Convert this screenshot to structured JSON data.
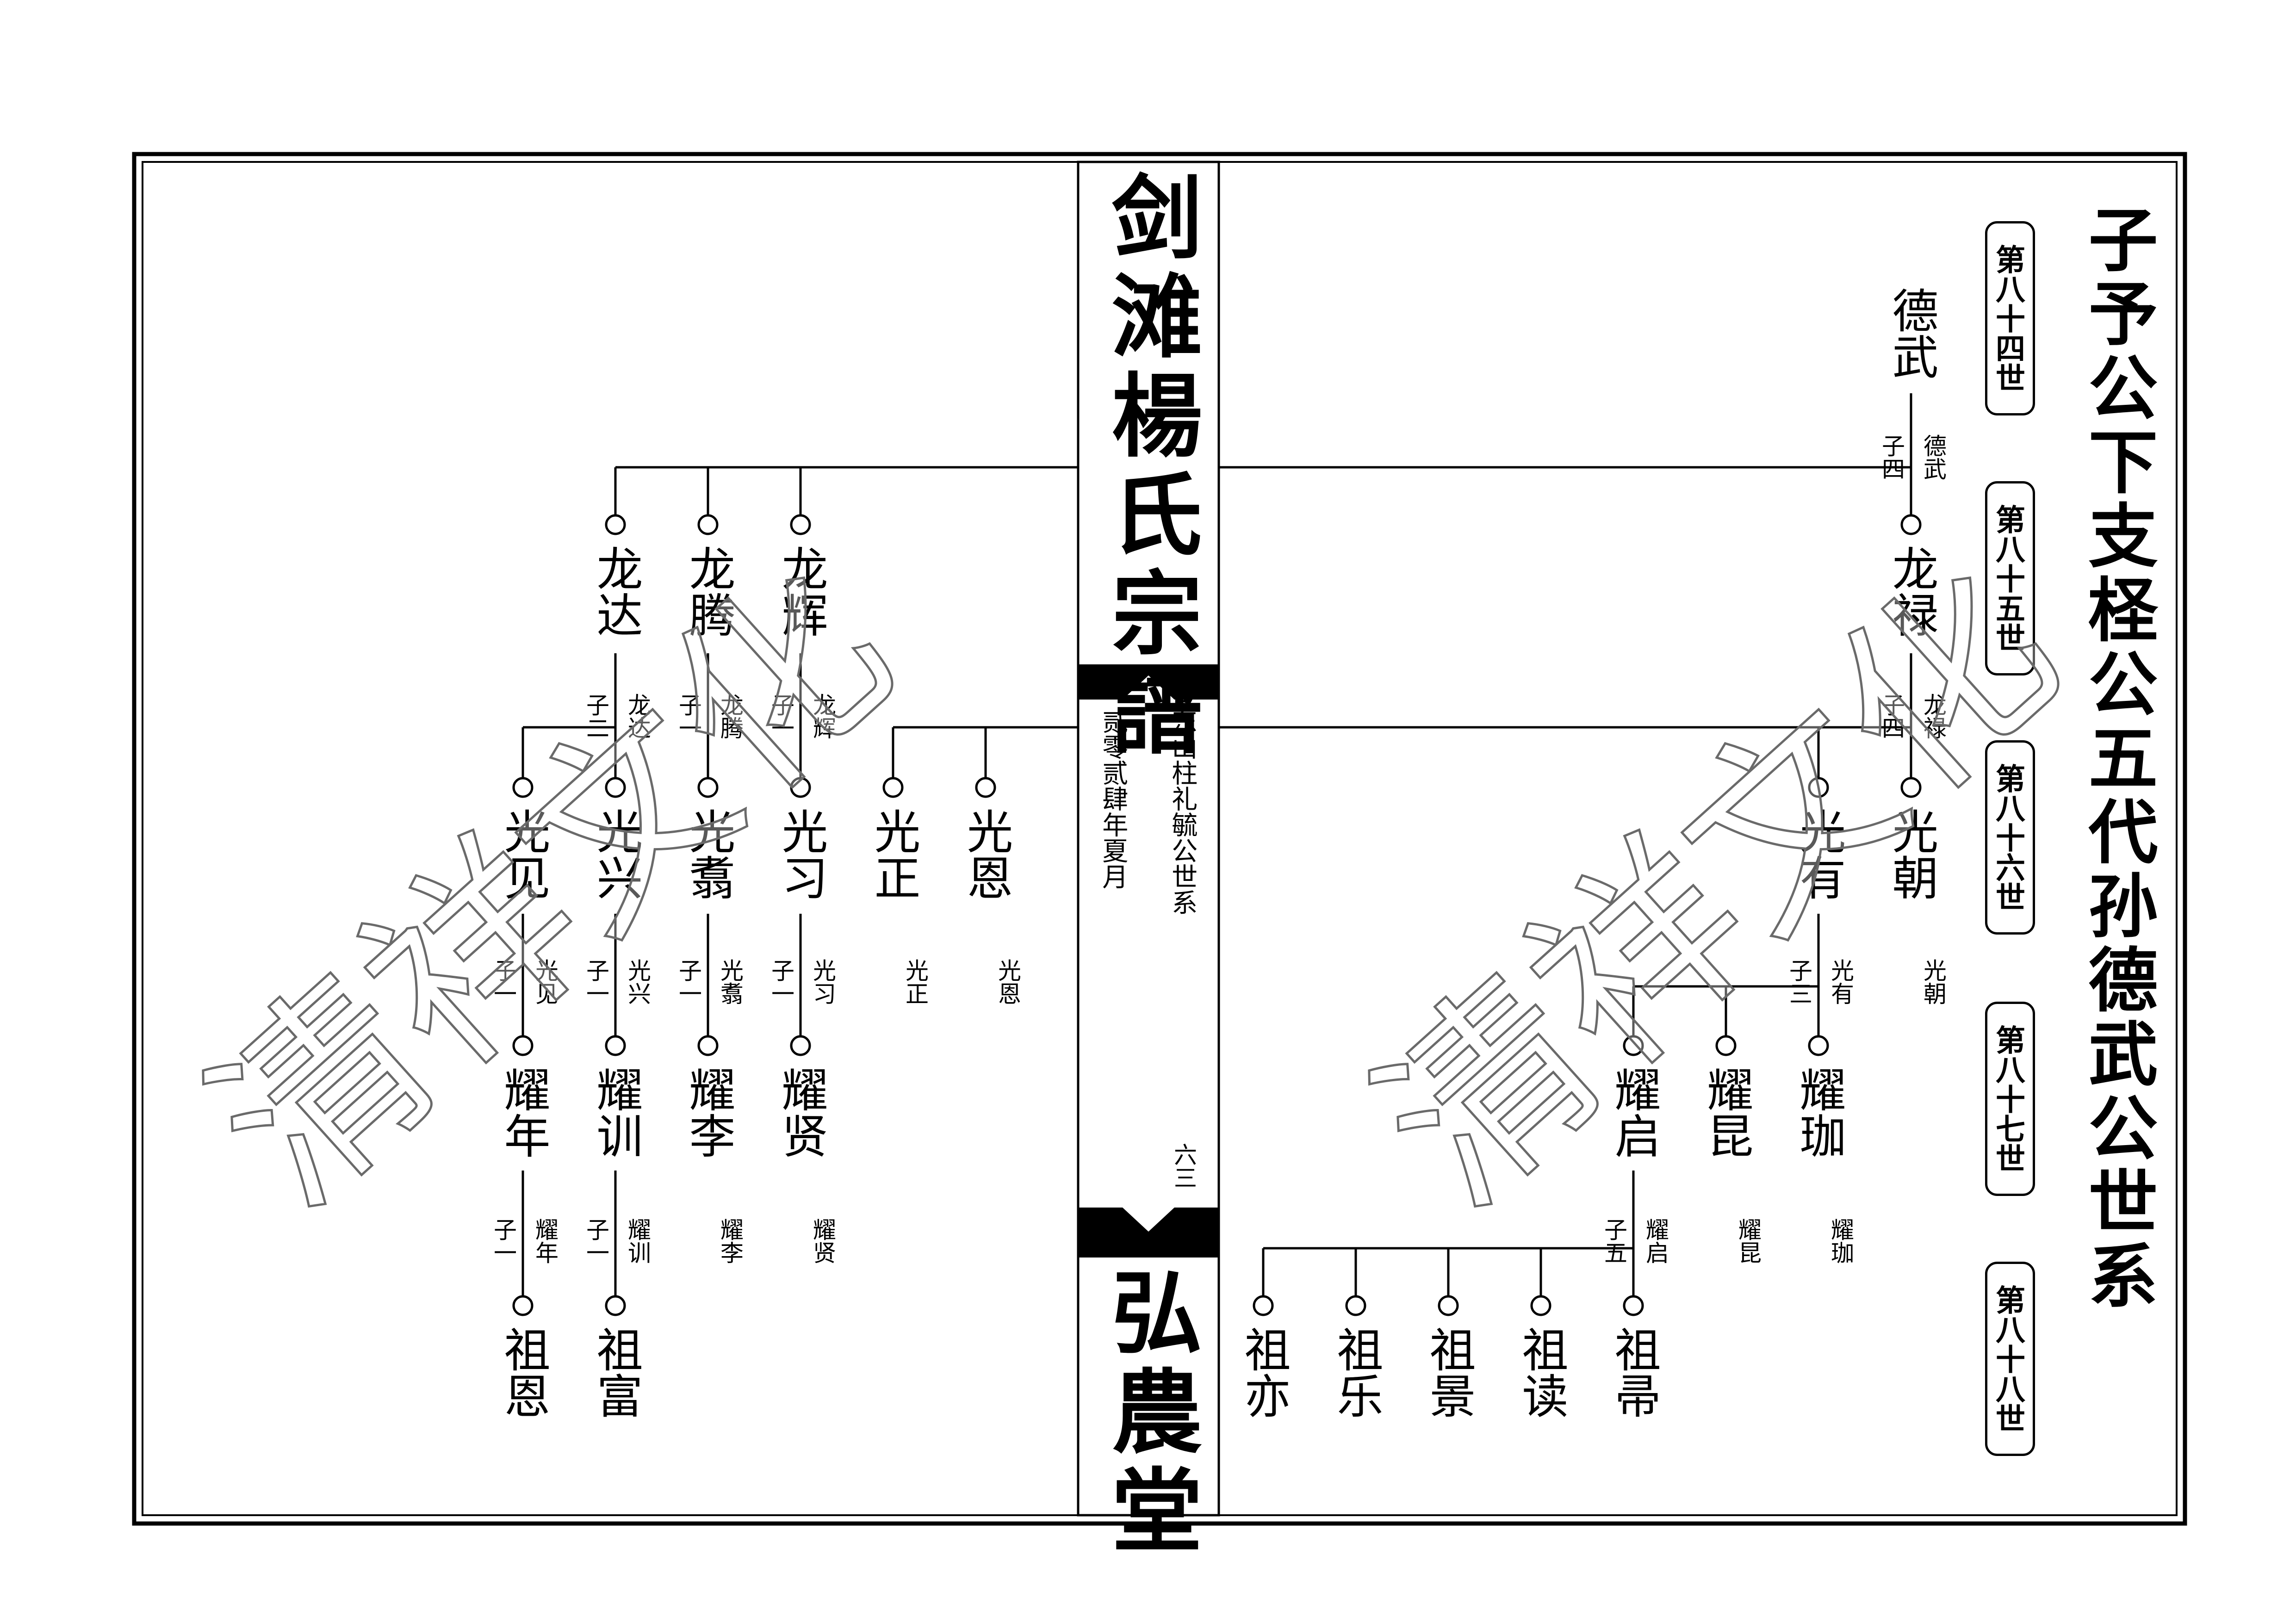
{
  "spine": {
    "title": "剑滩楊氏宗譜",
    "hall": "弘農堂",
    "lineage": "东山柱礼毓公世系",
    "date": "贰零贰肆年夏月",
    "page_number": "六三"
  },
  "branch_title": "子予公下支柽公五代孙德武公世系",
  "generations": [
    "第八十四世",
    "第八十五世",
    "第八十六世",
    "第八十七世",
    "第八十八世"
  ],
  "watermark": "清祥文化",
  "right": {
    "root": "德武",
    "root_note": {
      "father": "德武",
      "count": "子四"
    },
    "g85": [
      "龙禄"
    ],
    "g85_note": {
      "father": "龙禄",
      "count": "子四"
    },
    "g86": [
      "光朝",
      "光有"
    ],
    "g86_notes": [
      {
        "father": "光朝",
        "count": ""
      },
      {
        "father": "光有",
        "count": "子三"
      }
    ],
    "g87": [
      "耀珈",
      "耀昆",
      "耀启"
    ],
    "g87_notes": [
      {
        "father": "耀珈",
        "count": ""
      },
      {
        "father": "耀昆",
        "count": ""
      },
      {
        "father": "耀启",
        "count": "子五"
      }
    ],
    "g88": [
      "祖帚",
      "祖读",
      "祖景",
      "祖乐",
      "祖亦"
    ]
  },
  "left": {
    "g85": [
      "龙辉",
      "龙腾",
      "龙达"
    ],
    "g85_notes": [
      {
        "father": "龙辉",
        "count": "子一"
      },
      {
        "father": "龙腾",
        "count": "子一"
      },
      {
        "father": "龙达",
        "count": "子二"
      }
    ],
    "g86": [
      "光恩",
      "光正",
      "光习",
      "光翥",
      "光兴",
      "光见"
    ],
    "g86_notes": [
      {
        "father": "光恩",
        "count": ""
      },
      {
        "father": "光正",
        "count": ""
      },
      {
        "father": "光习",
        "count": "子一"
      },
      {
        "father": "光翥",
        "count": "子一"
      },
      {
        "father": "光兴",
        "count": "子一"
      },
      {
        "father": "光见",
        "count": "子一"
      }
    ],
    "g87": [
      "耀贤",
      "耀李",
      "耀训",
      "耀年"
    ],
    "g87_notes": [
      {
        "father": "耀贤",
        "count": ""
      },
      {
        "father": "耀李",
        "count": ""
      },
      {
        "father": "耀训",
        "count": "子一"
      },
      {
        "father": "耀年",
        "count": "子一"
      }
    ],
    "g88": [
      "祖富",
      "祖恩"
    ]
  }
}
